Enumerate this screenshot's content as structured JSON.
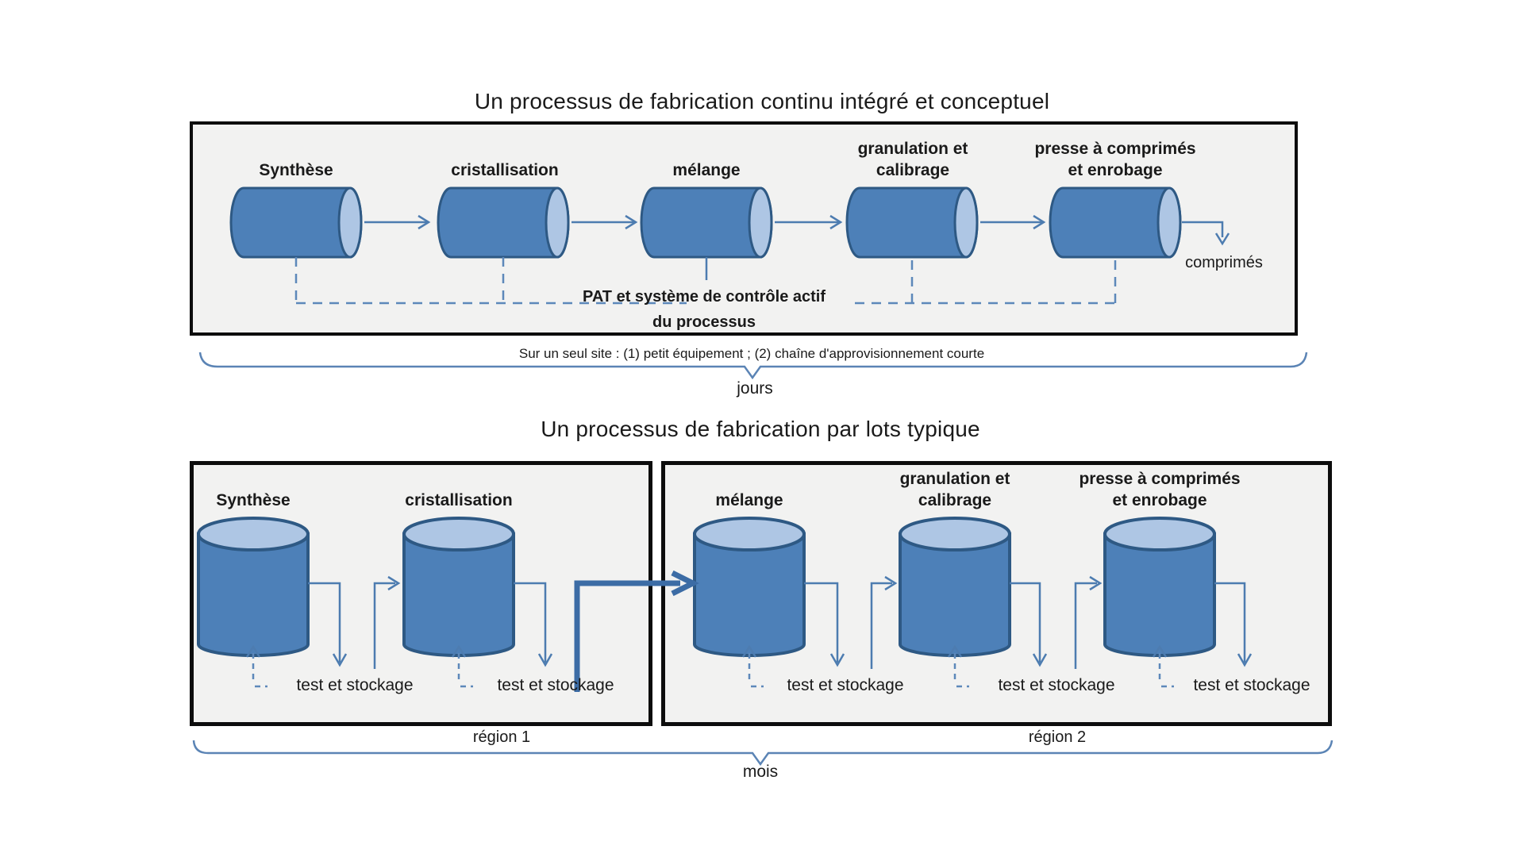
{
  "colors": {
    "cylinder": "#4d80b8",
    "cylinderEdge": "#2e5984",
    "cylinderFace": "#aec6e4",
    "arrow": "#4d7cb0",
    "dashed": "#5d88ba",
    "thickArrow": "#3c6ca5",
    "brace": "#5b84b5",
    "boxBg": "#f2f2f1",
    "boxBorder": "#0d0d0d",
    "text": "#1a1a1a"
  },
  "top_section": {
    "title": "Un processus de fabrication continu intégré et conceptuel",
    "stages": [
      {
        "label_line1": "Synthèse",
        "label_line2": ""
      },
      {
        "label_line1": "cristallisation",
        "label_line2": ""
      },
      {
        "label_line1": "mélange",
        "label_line2": ""
      },
      {
        "label_line1": "granulation et",
        "label_line2": "calibrage"
      },
      {
        "label_line1": "presse à comprimés",
        "label_line2": "et enrobage"
      }
    ],
    "output_label": "comprimés",
    "control_label_line1": "PAT et système de contrôle actif",
    "control_label_line2": "du processus",
    "brace_caption": "Sur un seul site : (1) petit équipement ; (2) chaîne d'approvisionnement courte",
    "timescale": "jours"
  },
  "bottom_section": {
    "title": "Un processus de fabrication par lots typique",
    "stages": [
      {
        "label_line1": "Synthèse",
        "label_line2": ""
      },
      {
        "label_line1": "cristallisation",
        "label_line2": ""
      },
      {
        "label_line1": "mélange",
        "label_line2": ""
      },
      {
        "label_line1": "granulation et",
        "label_line2": "calibrage"
      },
      {
        "label_line1": "presse à comprimés",
        "label_line2": "et enrobage"
      }
    ],
    "test_storage_label": "test et stockage",
    "region_1": "région 1",
    "region_2": "région 2",
    "timescale": "mois"
  }
}
